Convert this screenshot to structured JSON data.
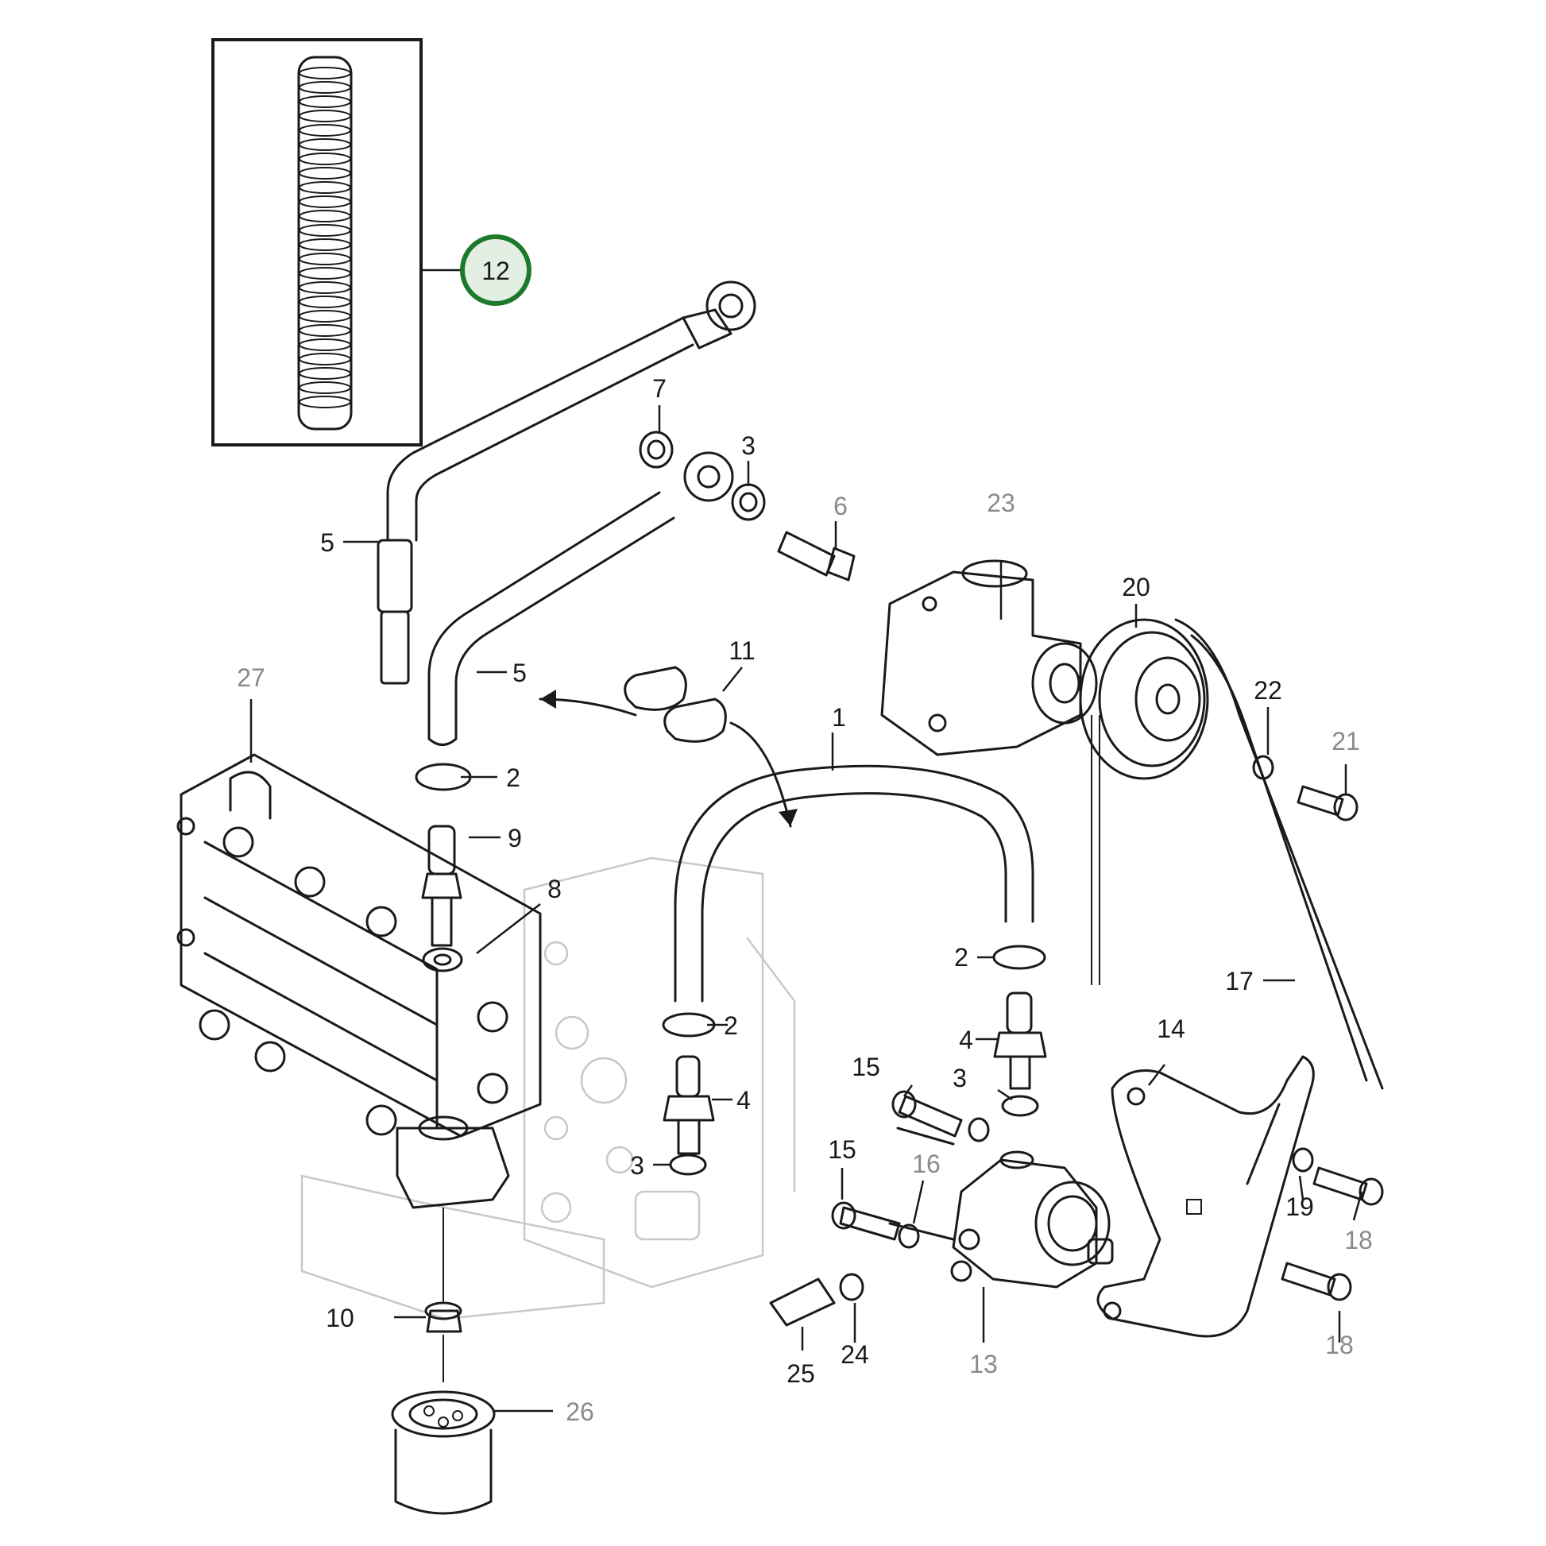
{
  "highlight": {
    "label": "12",
    "color": "#1d7a2a",
    "fill": "#e3efe3"
  },
  "colors": {
    "line": "#1a1a1a",
    "grey_label": "#8a8a8a",
    "ghost": "#c8c8c8"
  },
  "callouts": {
    "c1": "1",
    "c2a": "2",
    "c2b": "2",
    "c2c": "2",
    "c3a": "3",
    "c3b": "3",
    "c3c": "3",
    "c4a": "4",
    "c4b": "4",
    "c5a": "5",
    "c5b": "5",
    "c6": "6",
    "c7": "7",
    "c8": "8",
    "c9": "9",
    "c10": "10",
    "c11": "11",
    "c13": "13",
    "c14": "14",
    "c15a": "15",
    "c15b": "15",
    "c16": "16",
    "c17": "17",
    "c18a": "18",
    "c18b": "18",
    "c19": "19",
    "c20": "20",
    "c21": "21",
    "c22": "22",
    "c23": "23",
    "c24": "24",
    "c25": "25",
    "c26": "26",
    "c27": "27"
  }
}
